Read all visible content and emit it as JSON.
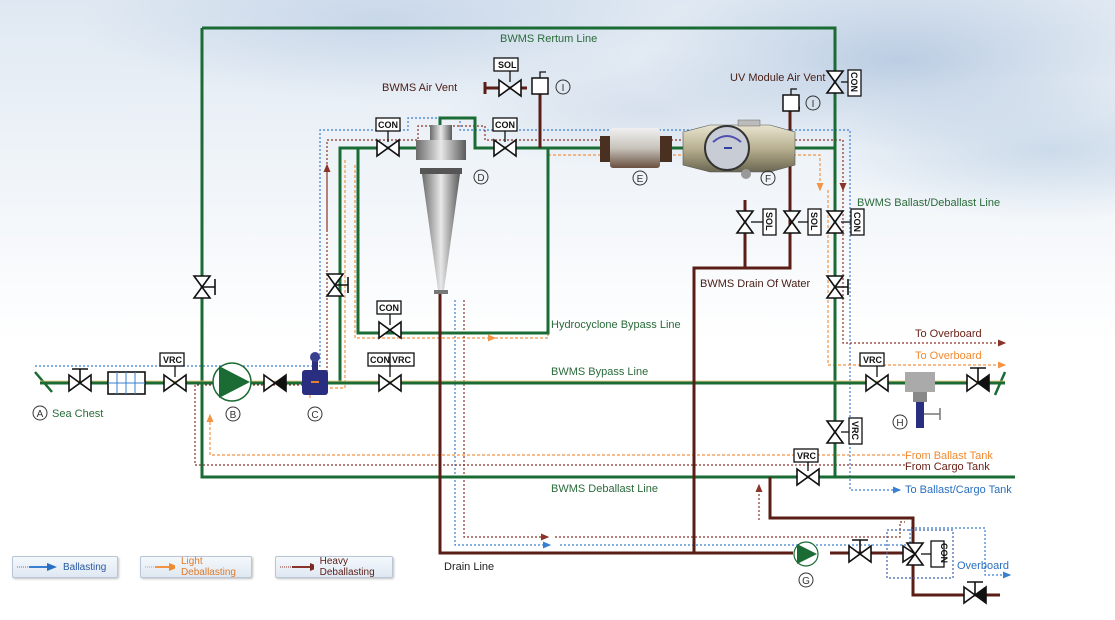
{
  "title": "BWMS Piping Flow Diagram",
  "lines": {
    "return_line": "BWMS Rertum Line",
    "air_vent": "BWMS Air Vent",
    "uv_air_vent": "UV Module Air Vent",
    "ballast_deballast_line": "BWMS Ballast/Deballast Line",
    "drain_of_water": "BWMS Drain Of Water",
    "hydrocyclone_bypass": "Hydrocyclone Bypass Line",
    "bypass_line": "BWMS Bypass Line",
    "deballast_line": "BWMS Deballast Line",
    "drain_line": "Drain Line",
    "sea_chest": "Sea Chest"
  },
  "destinations": {
    "to_overboard_heavy": "To Overboard",
    "to_overboard_light": "To Overboard",
    "from_ballast_tank": "From Ballast Tank",
    "from_cargo_tank": "From Cargo Tank",
    "to_ballast_cargo_tank": "To Ballast/Cargo Tank",
    "overboard": "Overboard"
  },
  "components": {
    "A": "A",
    "B": "B",
    "C": "C",
    "D": "D",
    "E": "E",
    "F": "F",
    "G": "G",
    "H": "H",
    "I1": "I",
    "I2": "I"
  },
  "valve_tags": {
    "sol": "SOL",
    "con": "CON",
    "vrc": "VRC"
  },
  "legend": [
    {
      "label": "Ballasting",
      "color": "#2a6fc0"
    },
    {
      "label": "Light Deballasting",
      "color": "#f08a30"
    },
    {
      "label": "Heavy Deballasting",
      "color": "#7a2a22"
    }
  ],
  "colors": {
    "main_pipe": "#1a6b34",
    "drain_pipe": "#5a1e16",
    "ballast_flow": "#3a7fd0",
    "light_flow": "#f29445",
    "heavy_flow": "#8a3328",
    "label_green": "#2a6b3a",
    "label_dark": "#4a2018"
  }
}
